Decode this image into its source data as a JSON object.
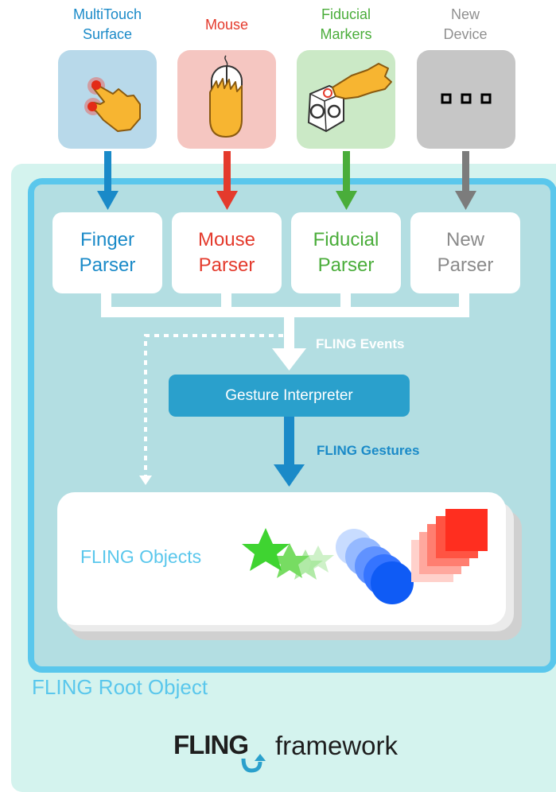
{
  "devices": [
    {
      "label": "MultiTouch\nSurface",
      "color": "#1a8ac8",
      "box": "#b8d9ea"
    },
    {
      "label": "Mouse",
      "color": "#e43a2c",
      "box": "#f5c6c1"
    },
    {
      "label": "Fiducial\nMarkers",
      "color": "#4aad3a",
      "box": "#cbe9c6"
    },
    {
      "label": "New\nDevice",
      "color": "#909090",
      "box": "#c6c6c6"
    }
  ],
  "parsers": [
    {
      "label": "Finger\nParser",
      "color": "#1a8ac8"
    },
    {
      "label": "Mouse\nParser",
      "color": "#e43a2c"
    },
    {
      "label": "Fiducial\nParser",
      "color": "#4aad3a"
    },
    {
      "label": "New\nParser",
      "color": "#8a8a8a"
    }
  ],
  "flow": {
    "events_label": "FLING Events",
    "interpreter_label": "Gesture Interpreter",
    "gestures_label": "FLING Gestures"
  },
  "objects_label": "FLING Objects",
  "root_label": "FLING Root Object",
  "brand": {
    "logo": "FLING",
    "suffix": "framework"
  },
  "colors": {
    "outer_bg": "#d4f3ee",
    "frame": "#5ac7ec",
    "inner_bg": "#b3dee2",
    "interpreter": "#2aa0cc",
    "gestures_arrow": "#1a8ac8"
  },
  "icons": [
    "hand-touch-icon",
    "mouse-hand-icon",
    "fiducial-cube-icon",
    "ellipsis-icon"
  ]
}
